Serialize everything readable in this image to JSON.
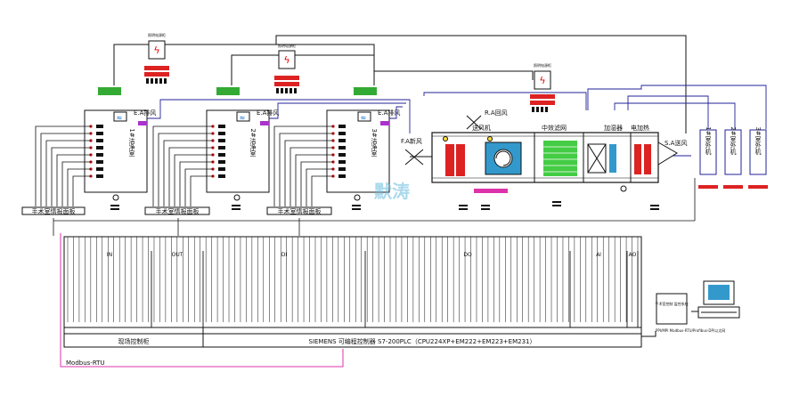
{
  "power_boxes": [
    {
      "label": "照明电源柜"
    },
    {
      "label": "照明电源柜"
    },
    {
      "label": "照明电源柜"
    },
    {
      "label": "照明电源柜"
    }
  ],
  "clean_rooms": [
    {
      "name": "1#洁净室",
      "exhaust": "E.A排风",
      "panel": "手术室情报面板"
    },
    {
      "name": "2#洁净室",
      "exhaust": "E.A排风",
      "panel": "手术室情报面板"
    },
    {
      "name": "3#洁净室",
      "exhaust": "E.A排风",
      "panel": "手术室情报面板"
    }
  ],
  "ahu": {
    "fresh_air": "F.A新风",
    "return_air": "R.A回风",
    "supply_air": "S.A送风",
    "fan": "送风机",
    "mid_filter": "中效滤网",
    "humidifier": "加湿器",
    "heater": "电加热"
  },
  "outdoor_units": [
    "1#室外机",
    "2#室外机",
    "3#室外机"
  ],
  "watermark": "默涛",
  "plc": {
    "groups": [
      {
        "label": "IN"
      },
      {
        "label": "OUT"
      },
      {
        "label": "DI"
      },
      {
        "label": "DO"
      },
      {
        "label": "AI"
      },
      {
        "label": "AO"
      }
    ],
    "left_title": "现场控制柜",
    "right_title": "SIEMENS  可编程控制器 S7-200PLC（CPU224XP+EM222+EM223+EM231）"
  },
  "computer": {
    "screen_text": "手术室控制\n监控系统",
    "link_label": "PPI/MPI\nModbus-RTU/Profibus-DP/以太网"
  },
  "bus_label": "Modbus-RTU"
}
